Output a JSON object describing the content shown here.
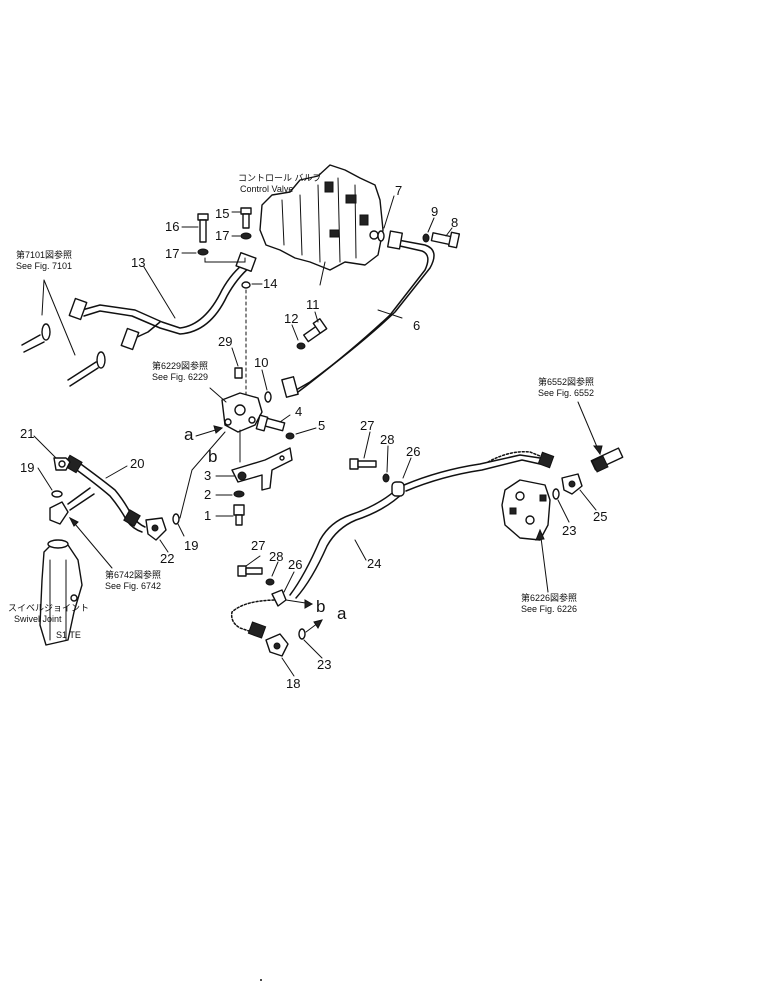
{
  "callouts": {
    "n1": "1",
    "n2": "2",
    "n3": "3",
    "n4": "4",
    "n5": "5",
    "n6": "6",
    "n7": "7",
    "n8": "8",
    "n9": "9",
    "n10": "10",
    "n11": "11",
    "n12": "12",
    "n13": "13",
    "n14": "14",
    "n15": "15",
    "n16": "16",
    "n17a": "17",
    "n17b": "17",
    "n18": "18",
    "n19a": "19",
    "n19b": "19",
    "n20": "20",
    "n21": "21",
    "n22": "22",
    "n23a": "23",
    "n23b": "23",
    "n24": "24",
    "n25": "25",
    "n26a": "26",
    "n26b": "26",
    "n27a": "27",
    "n27b": "27",
    "n28a": "28",
    "n28b": "28",
    "n29": "29"
  },
  "connections": {
    "a1": "a",
    "a2": "a",
    "b1": "b",
    "b2": "b"
  },
  "references": {
    "control_valve_jp": "コントロール バルブ",
    "control_valve_en": "Control Valve",
    "fig7101_jp": "第7101図参照",
    "fig7101_en": "See Fig. 7101",
    "fig6229_jp": "第6229図参照",
    "fig6229_en": "See Fig. 6229",
    "fig6552_jp": "第6552図参照",
    "fig6552_en": "See Fig. 6552",
    "fig6742_jp": "第6742図参照",
    "fig6742_en": "See Fig. 6742",
    "fig6226_jp": "第6226図参照",
    "fig6226_en": "See Fig. 6226",
    "swivel_jp": "スイベルジョイント",
    "swivel_en": "Swivel Joint"
  }
}
